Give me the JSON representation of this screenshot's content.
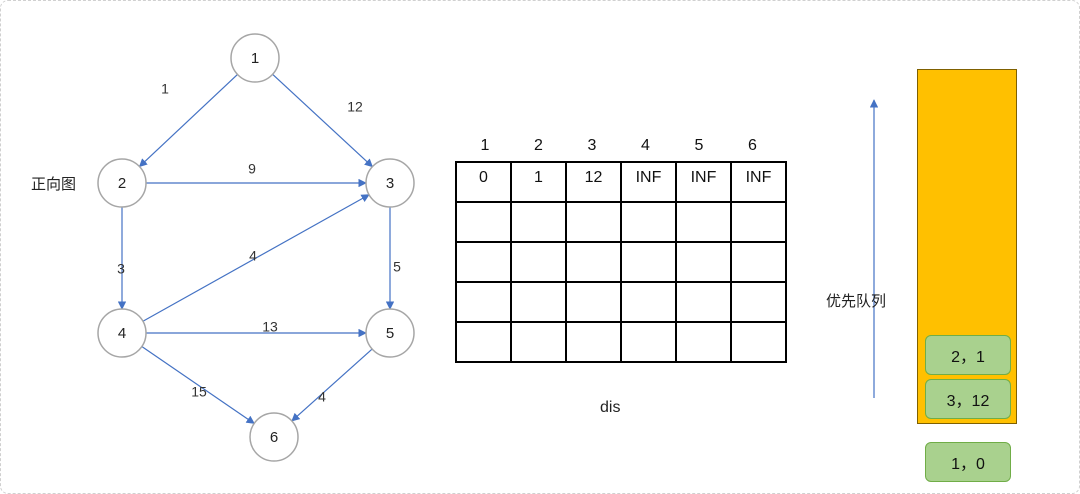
{
  "graph": {
    "title": "正向图",
    "nodes": [
      {
        "id": "1",
        "label": "1"
      },
      {
        "id": "2",
        "label": "2"
      },
      {
        "id": "3",
        "label": "3"
      },
      {
        "id": "4",
        "label": "4"
      },
      {
        "id": "5",
        "label": "5"
      },
      {
        "id": "6",
        "label": "6"
      }
    ],
    "edges": [
      {
        "from": "1",
        "to": "2",
        "weight": "1"
      },
      {
        "from": "1",
        "to": "3",
        "weight": "12"
      },
      {
        "from": "2",
        "to": "3",
        "weight": "9"
      },
      {
        "from": "2",
        "to": "4",
        "weight": "3"
      },
      {
        "from": "4",
        "to": "3",
        "weight": "4"
      },
      {
        "from": "3",
        "to": "5",
        "weight": "5"
      },
      {
        "from": "4",
        "to": "5",
        "weight": "13"
      },
      {
        "from": "4",
        "to": "6",
        "weight": "15"
      },
      {
        "from": "5",
        "to": "6",
        "weight": "4"
      }
    ]
  },
  "dis": {
    "caption": "dis",
    "headers": [
      "1",
      "2",
      "3",
      "4",
      "5",
      "6"
    ],
    "rows": [
      [
        "0",
        "1",
        "12",
        "INF",
        "INF",
        "INF"
      ],
      [
        "",
        "",
        "",
        "",
        "",
        ""
      ],
      [
        "",
        "",
        "",
        "",
        "",
        ""
      ],
      [
        "",
        "",
        "",
        "",
        "",
        ""
      ],
      [
        "",
        "",
        "",
        "",
        "",
        ""
      ]
    ]
  },
  "queue": {
    "label": "优先队列",
    "items": [
      "2，1",
      "3，12"
    ],
    "popped": "1，0"
  },
  "colors": {
    "node_stroke": "#a6a6a6",
    "edge": "#4472c4",
    "queue_fill": "#ffc000",
    "item_fill": "#a9d18e"
  }
}
